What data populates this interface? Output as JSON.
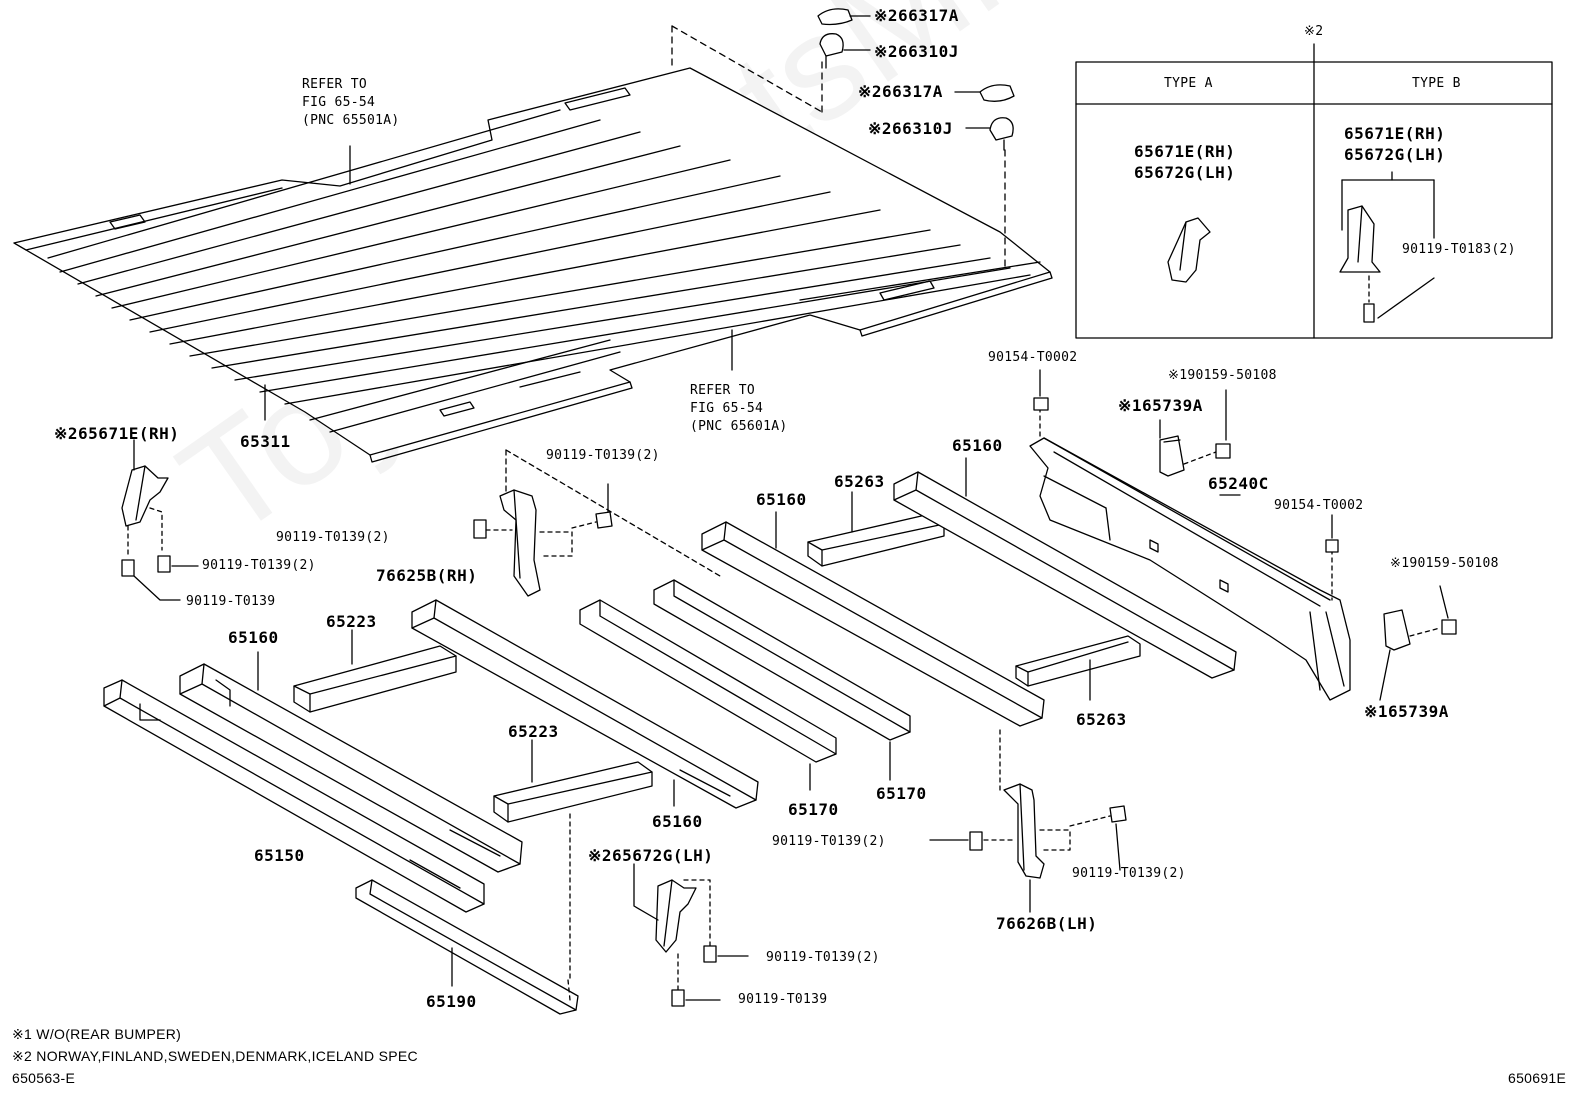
{
  "watermark": "ToyotaPartsMine",
  "header_mark": "※2",
  "inset": {
    "type_a": {
      "heading": "TYPE A",
      "part_line1": "65671E(RH)",
      "part_line2": "65672G(LH)"
    },
    "type_b": {
      "heading": "TYPE B",
      "part_line1": "65671E(RH)",
      "part_line2": "65672G(LH)",
      "bolt": "90119-T0183(2)"
    }
  },
  "labels": {
    "cap_top": "※266317A",
    "hook_top": "※266310J",
    "cap_mid": "※266317A",
    "hook_mid": "※266310J",
    "refer_front": "REFER TO\nFIG 65-54\n(PNC 65501A)",
    "refer_rear": "REFER TO\nFIG 65-54\n(PNC 65601A)",
    "floor_panel": "65311",
    "bracket_rh_top": "※265671E(RH)",
    "bolt_rh_a": "90119-T0139(2)",
    "bolt_rh_b": "90119-T0139",
    "bolt_76625_top": "90119-T0139(2)",
    "bolt_76625_left": "90119-T0139(2)",
    "bracket_76625": "76625B(RH)",
    "bolt_90154_top": "90154-T0002",
    "bolt_90159_top": "※190159-50108",
    "bracket_65739_top": "※165739A",
    "crossmember_65240": "65240C",
    "bolt_90154_mid": "90154-T0002",
    "bolt_90159_right": "※190159-50108",
    "bracket_65739_bottom": "※165739A",
    "sill_65160_a": "65160",
    "sill_65160_b": "65160",
    "sill_65160_c": "65160",
    "sill_65160_d": "65160",
    "part_65263_a": "65263",
    "part_65263_b": "65263",
    "part_65223_a": "65223",
    "part_65223_b": "65223",
    "part_65170_a": "65170",
    "part_65170_b": "65170",
    "part_65150": "65150",
    "part_65190": "65190",
    "bracket_lh_bottom": "※265672G(LH)",
    "bolt_lh_a": "90119-T0139(2)",
    "bolt_lh_b": "90119-T0139",
    "bolt_76626_left": "90119-T0139(2)",
    "bolt_76626_right": "90119-T0139(2)",
    "bracket_76626": "76626B(LH)"
  },
  "footnotes": {
    "note1": "※1 W/O(REAR BUMPER)",
    "note2": "※2 NORWAY,FINLAND,SWEDEN,DENMARK,ICELAND SPEC",
    "ref_left": "650563-E",
    "ref_right": "650691E"
  }
}
